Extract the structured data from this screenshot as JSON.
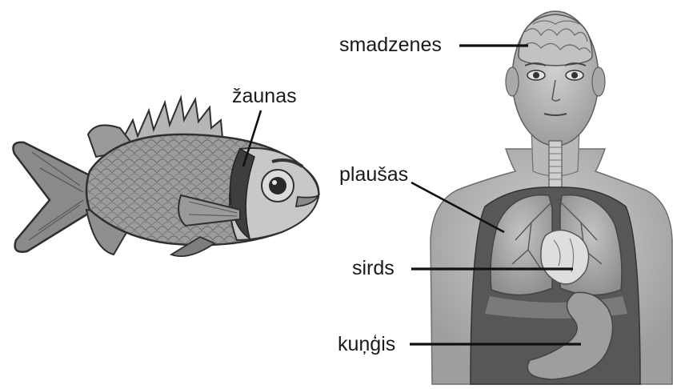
{
  "fish": {
    "labels": {
      "gills": "žaunas"
    }
  },
  "human": {
    "labels": {
      "brain": "smadzenes",
      "lungs": "plaušas",
      "heart": "sirds",
      "stomach": "kuņģis"
    }
  },
  "colors": {
    "fish_body": "#9a9a9a",
    "fish_dark": "#4a4a4a",
    "skin": "#bdbdbd",
    "skin_dark": "#8c8c8c",
    "torso_cavity": "#555555",
    "lung": "#a9a9a9",
    "organ_light": "#d8d8d8",
    "label_text": "#1a1a1a"
  }
}
